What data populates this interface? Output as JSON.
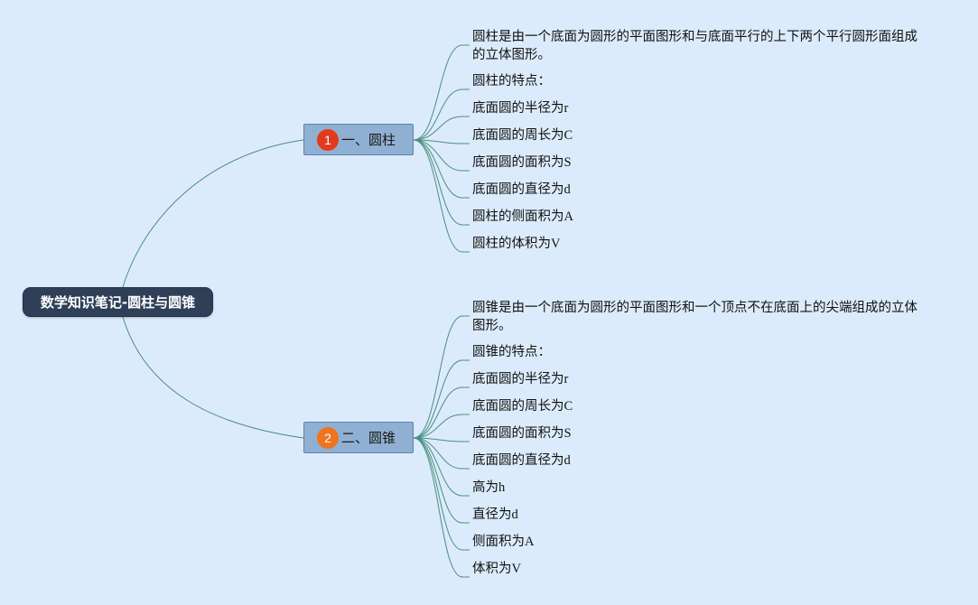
{
  "root": {
    "label": "数学知识笔记-圆柱与圆锥"
  },
  "topics": [
    {
      "badge": "1",
      "badge_color": "#e23a1f",
      "label": "一、圆柱",
      "items": [
        "圆柱是由一个底面为圆形的平面图形和与底面平行的上下两个平行圆形面组成的立体图形。",
        "圆柱的特点：",
        "底面圆的半径为r",
        "底面圆的周长为C",
        "底面圆的面积为S",
        "底面圆的直径为d",
        "圆柱的侧面积为A",
        "圆柱的体积为V"
      ]
    },
    {
      "badge": "2",
      "badge_color": "#ee7420",
      "label": "二、圆锥",
      "items": [
        "圆锥是由一个底面为圆形的平面图形和一个顶点不在底面上的尖端组成的立体图形。",
        "圆锥的特点：",
        "底面圆的半径为r",
        "底面圆的周长为C",
        "底面圆的面积为S",
        "底面圆的直径为d",
        "高为h",
        "直径为d",
        "侧面积为A",
        "体积为V"
      ]
    }
  ],
  "colors": {
    "background": "#dcebfb",
    "root_fill": "#2f3f58",
    "topic_fill": "#8fb0d2",
    "connector": "#4a8f7f"
  }
}
